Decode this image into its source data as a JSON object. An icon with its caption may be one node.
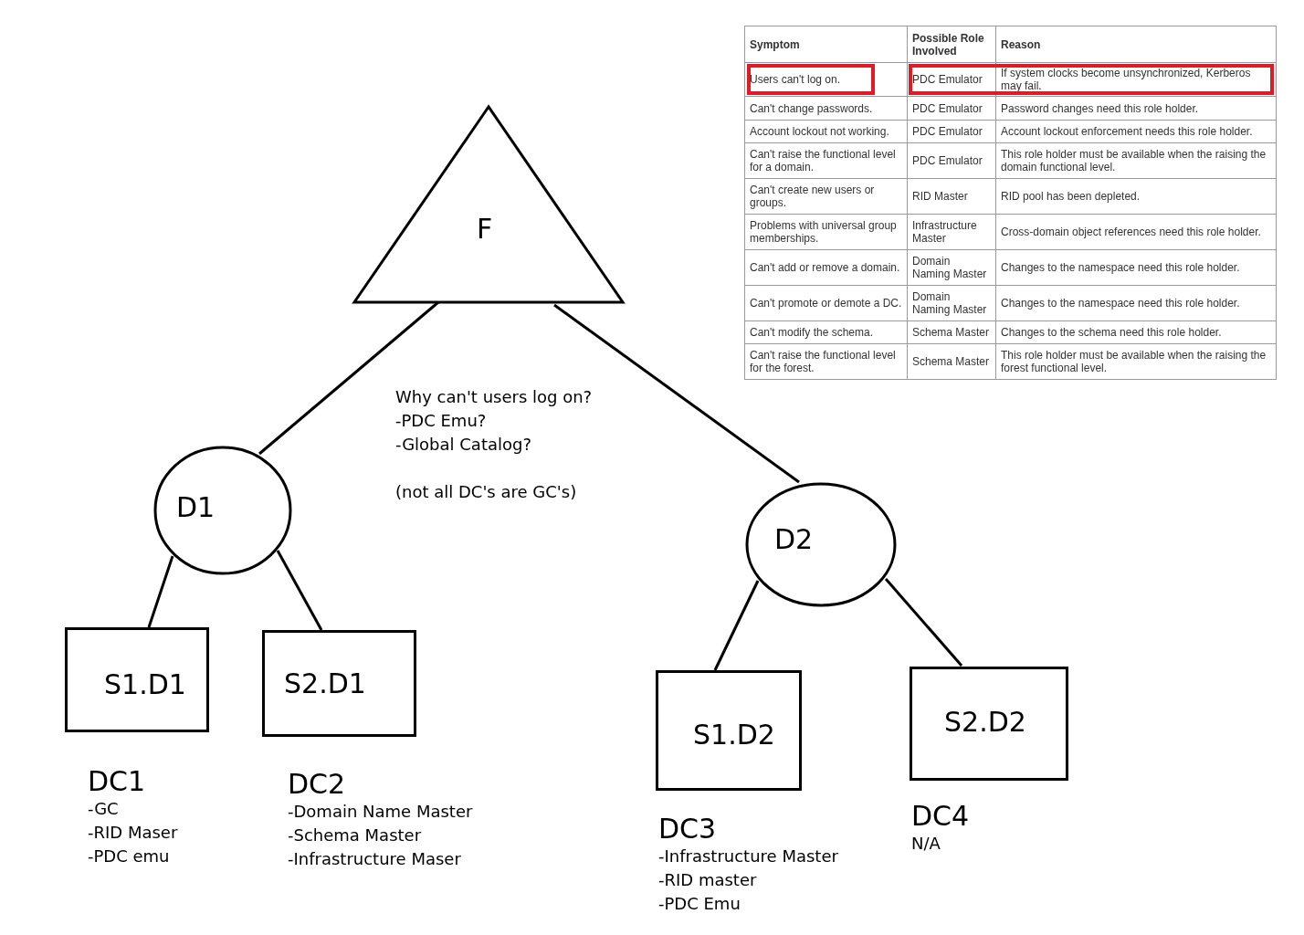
{
  "diagram": {
    "nodes": [
      {
        "text": [
          "F"
        ]
      },
      {
        "text": [
          "D1"
        ]
      },
      {
        "text": [
          "D2"
        ]
      },
      {
        "text": [
          "S1.D1"
        ],
        "beside": [
          "DC1",
          "-GC",
          "-RID Maser",
          "-PDC emu"
        ]
      },
      {
        "text": [
          "S2.D1"
        ],
        "beside": [
          "DC2",
          "-Domain Name Master",
          "-Schema Master",
          "-Infrastructure Maser"
        ]
      },
      {
        "text": [
          "S1.D2"
        ],
        "beside": [
          "DC3",
          "-Infrastructure Master",
          "-RID master",
          "-PDC Emu"
        ]
      },
      {
        "text": [
          "S2.D2"
        ],
        "beside": [
          "DC4",
          "N/A"
        ]
      }
    ],
    "edges": [
      {
        "from": 0,
        "to": 1,
        "arrow": "none"
      },
      {
        "from": 0,
        "to": 2,
        "arrow": "none"
      },
      {
        "from": 1,
        "to": 3,
        "arrow": "none"
      },
      {
        "from": 1,
        "to": 4,
        "arrow": "none"
      },
      {
        "from": 2,
        "to": 5,
        "arrow": "none"
      },
      {
        "from": 2,
        "to": 6,
        "arrow": "none"
      }
    ],
    "labels": [
      "Symptom",
      "Possible Role Involved",
      "Reason",
      "Users can't log on.",
      "PDC Emulator",
      "If system clocks become unsynchronized, Kerberos may fail.",
      "Can't change passwords.",
      "PDC Emulator",
      "Password changes need this role holder.",
      "Account lockout not working.",
      "PDC Emulator",
      "Account lockout enforcement needs this role holder.",
      "Can't raise the functional level for a domain.",
      "PDC Emulator",
      "This role holder must be available when the raising the domain functional level.",
      "Can't create new users or groups.",
      "RID Master",
      "RID pool has been depleted.",
      "Problems with universal group memberships.",
      "Infrastructure Master",
      "Cross-domain object references need this role holder.",
      "Can't add or remove a domain.",
      "Domain Naming Master",
      "Changes to the namespace need this role holder.",
      "Can't promote or demote a DC.",
      "Domain Naming Master",
      "Changes to the namespace need this role holder.",
      "Can't modify the schema.",
      "Schema Master",
      "Changes to the schema need this role holder.",
      "Can't raise the functional level for the forest.",
      "Schema Master",
      "This role holder must be available when the raising the forest functional level.",
      "Why can't users log on?",
      "-PDC Emu?",
      "-Global Catalog?",
      "(not all DC's are GC's)"
    ]
  }
}
